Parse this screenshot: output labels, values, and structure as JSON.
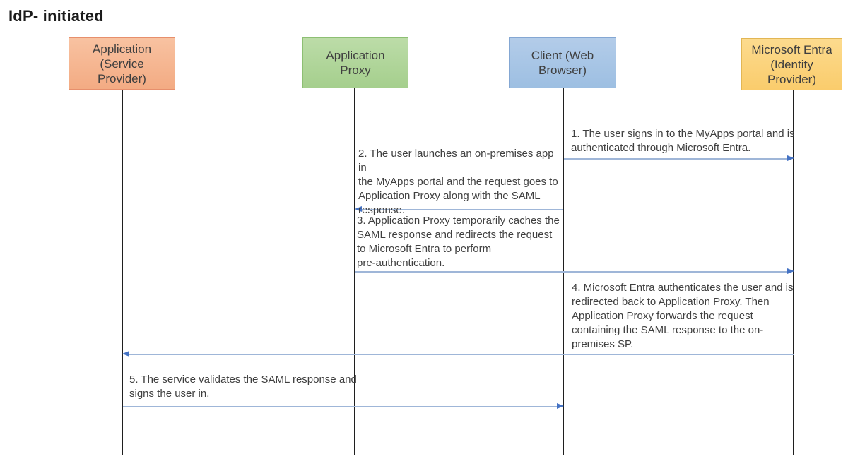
{
  "title": "IdP- initiated",
  "diagram": {
    "type": "sequence",
    "actors": [
      {
        "name": "Application (Service Provider)",
        "label": "Application\n(Service\nProvider)",
        "color_theme": "orange"
      },
      {
        "name": "Application Proxy",
        "label": "Application\nProxy",
        "color_theme": "green"
      },
      {
        "name": "Client (Web Browser)",
        "label": "Client (Web\nBrowser)",
        "color_theme": "blue"
      },
      {
        "name": "Microsoft Entra (Identity Provider)",
        "label": "Microsoft Entra\n(Identity\nProvider)",
        "color_theme": "yellow"
      }
    ],
    "messages": [
      {
        "step": 1,
        "from": "Client (Web Browser)",
        "to": "Microsoft Entra (Identity Provider)",
        "direction": "right",
        "text": "1. The user signs in to the MyApps portal and is\nauthenticated through Microsoft Entra."
      },
      {
        "step": 2,
        "from": "Client (Web Browser)",
        "to": "Application Proxy",
        "direction": "left",
        "text": "2. The user launches an on-premises app in\nthe MyApps portal and the request goes to\nApplication Proxy along with the SAML\nresponse."
      },
      {
        "step": 3,
        "from": "Application Proxy",
        "to": "Microsoft Entra (Identity Provider)",
        "direction": "right",
        "text": "3. Application Proxy temporarily caches the\nSAML response and redirects the request\nto Microsoft Entra to perform\npre-authentication."
      },
      {
        "step": 4,
        "from": "Microsoft Entra (Identity Provider)",
        "to": "Application (Service Provider)",
        "direction": "left",
        "text": "4. Microsoft Entra authenticates the user and is\nredirected back to Application Proxy. Then\nApplication Proxy forwards the request\ncontaining the SAML response to the on-\npremises SP."
      },
      {
        "step": 5,
        "from": "Application (Service Provider)",
        "to": "Client (Web Browser)",
        "direction": "right",
        "text": "5. The service validates the SAML response and\nsigns the user in."
      }
    ]
  },
  "colors": {
    "title-color": "#1a1a1a",
    "box-text": "#3f3f3f",
    "msg-text": "#3f3f3f",
    "lifeline": "#1f1f1f",
    "arrow-line": "#9fb6d8",
    "arrow-head": "#4472c4",
    "sp-fill-top": "#f8c2a1",
    "sp-fill-bottom": "#f3ab83",
    "sp-border": "#e78f6c",
    "proxy-fill-top": "#bcdca8",
    "proxy-fill-bottom": "#a5cf8d",
    "proxy-border": "#8dbf73",
    "client-fill-top": "#b3cce9",
    "client-fill-bottom": "#9dbfe2",
    "client-border": "#84a7d3",
    "entra-fill-top": "#fcdb8e",
    "entra-fill-bottom": "#facc6c",
    "entra-border": "#e2b654"
  }
}
